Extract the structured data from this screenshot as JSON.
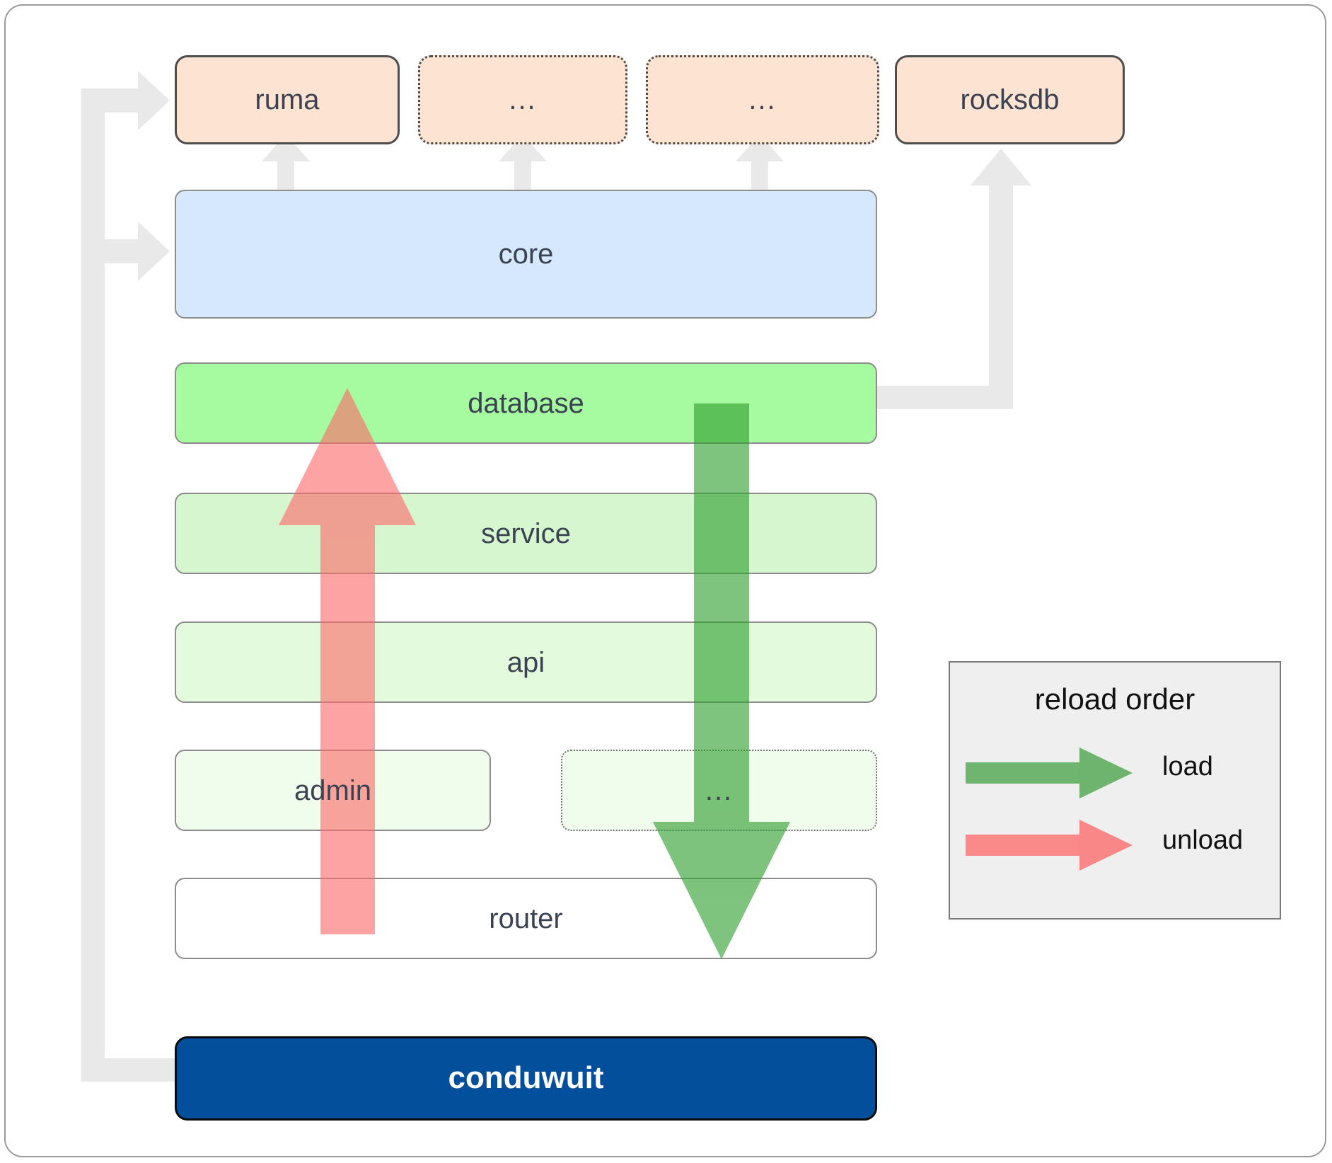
{
  "diagram": {
    "title": "conduwuit crate / reload order architecture",
    "type": "layered-architecture"
  },
  "dependencies": {
    "label": "external crates",
    "items": [
      {
        "id": "ruma",
        "label": "ruma",
        "border": "solid",
        "fill": "#fde3d2"
      },
      {
        "id": "dep-dots-1",
        "label": "...",
        "border": "dotted",
        "fill": "#fde3d2"
      },
      {
        "id": "dep-dots-2",
        "label": "...",
        "border": "dotted",
        "fill": "#fde3d2"
      },
      {
        "id": "rocksdb",
        "label": "rocksdb",
        "border": "solid",
        "fill": "#fde3d2"
      }
    ]
  },
  "layers": [
    {
      "id": "core",
      "label": "core",
      "border": "solid",
      "fill": "#d6e8fd"
    },
    {
      "id": "database",
      "label": "database",
      "border": "solid",
      "fill": "#a6fa9f"
    },
    {
      "id": "service",
      "label": "service",
      "border": "solid",
      "fill": "#d6f6d0"
    },
    {
      "id": "api",
      "label": "api",
      "border": "solid",
      "fill": "#e3fbdc"
    },
    {
      "id": "admin",
      "label": "admin",
      "border": "solid",
      "fill": "#f0fded"
    },
    {
      "id": "layer-dots",
      "label": "...",
      "border": "dotted",
      "fill": "#f0fded"
    },
    {
      "id": "router",
      "label": "router",
      "border": "solid",
      "fill": "#ffffff"
    }
  ],
  "binary": {
    "id": "conduwuit",
    "label": "conduwuit",
    "fill": "#034f9b",
    "text_color": "#ffffff"
  },
  "legend": {
    "title": "reload order",
    "background": "#efefef",
    "rows": [
      {
        "id": "load",
        "label": "load",
        "color": "#5cb85c",
        "direction": "down"
      },
      {
        "id": "unload",
        "label": "unload",
        "color": "#ff8e8e",
        "direction": "up"
      }
    ]
  },
  "arrows": {
    "link_color": "#e9e9e9",
    "load_color": "#5cb85c",
    "unload_color": "#ff8e8e"
  }
}
